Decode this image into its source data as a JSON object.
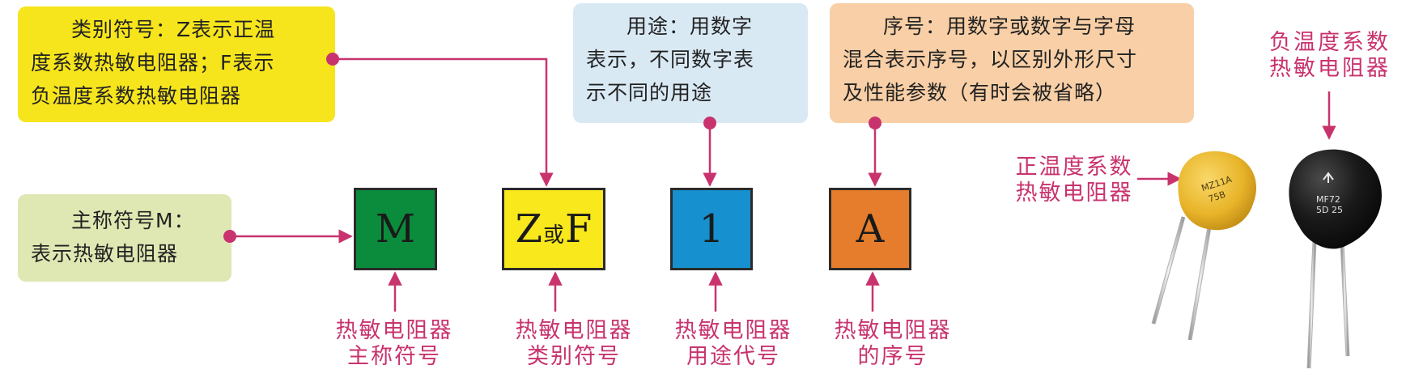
{
  "notes": {
    "class_symbol": [
      "类别符号：Z表示正温",
      "度系数热敏电阻器；F表示",
      "负温度系数热敏电阻器"
    ],
    "main_symbol": [
      "主称符号M：",
      "表示热敏电阻器"
    ],
    "usage": [
      "用途：用数字",
      "表示，不同数字表",
      "示不同的用途"
    ],
    "sequence": [
      "序号：用数字或数字与字母",
      "混合表示序号，以区别外形尺寸",
      "及性能参数（有时会被省略）"
    ]
  },
  "boxes": {
    "main": "M",
    "class_z": "Z",
    "class_or": "或",
    "class_f": "F",
    "usage": "1",
    "sequence": "A"
  },
  "captions": {
    "main": [
      "热敏电阻器",
      "主称符号"
    ],
    "class": [
      "热敏电阻器",
      "类别符号"
    ],
    "usage": [
      "热敏电阻器",
      "用途代号"
    ],
    "sequence": [
      "热敏电阻器",
      "的序号"
    ],
    "ptc": [
      "正温度系数",
      "热敏电阻器"
    ],
    "ntc": [
      "负温度系数",
      "热敏电阻器"
    ]
  },
  "components": {
    "ptc_marking": [
      "MZ11A",
      "75B"
    ],
    "ntc_marking": [
      "MF72",
      "5D 25"
    ]
  },
  "colors": {
    "arrow": "#c8336e",
    "class_note": "#f6e51c",
    "main_note": "#dfe8b3",
    "usage_note": "#d9e9f4",
    "sequence_note": "#f8cfa6",
    "box_main": "#0b8c3c",
    "box_class": "#f8e81c",
    "box_usage": "#1690cf",
    "box_sequence": "#e67d2c"
  }
}
